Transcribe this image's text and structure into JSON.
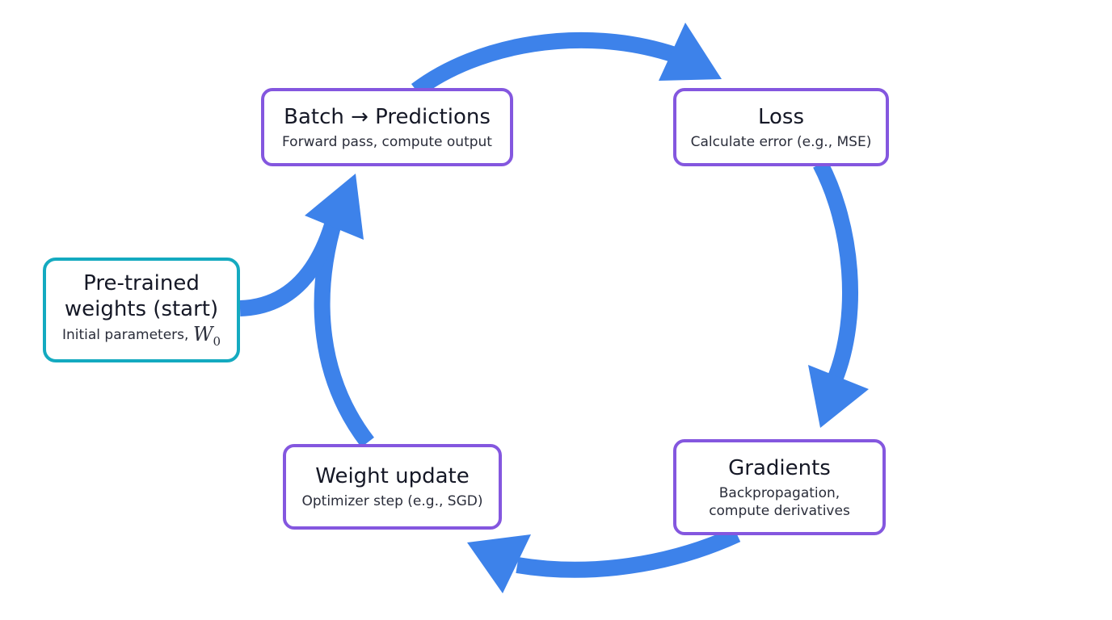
{
  "nodes": {
    "start": {
      "title_line1": "Pre-trained",
      "title_line2": "weights (start)",
      "subtitle": "Initial parameters,",
      "math_symbol": "W",
      "math_subscript": "0"
    },
    "predictions": {
      "title": "Batch → Predictions",
      "subtitle": "Forward pass, compute output"
    },
    "loss": {
      "title": "Loss",
      "subtitle": "Calculate error (e.g., MSE)"
    },
    "gradients": {
      "title": "Gradients",
      "subtitle_line1": "Backpropagation,",
      "subtitle_line2": "compute derivatives"
    },
    "update": {
      "title": "Weight update",
      "subtitle": "Optimizer step (e.g., SGD)"
    }
  },
  "colors": {
    "arrow": "#3d82ea",
    "cycle_border": "#8457df",
    "start_border": "#14aac0"
  }
}
